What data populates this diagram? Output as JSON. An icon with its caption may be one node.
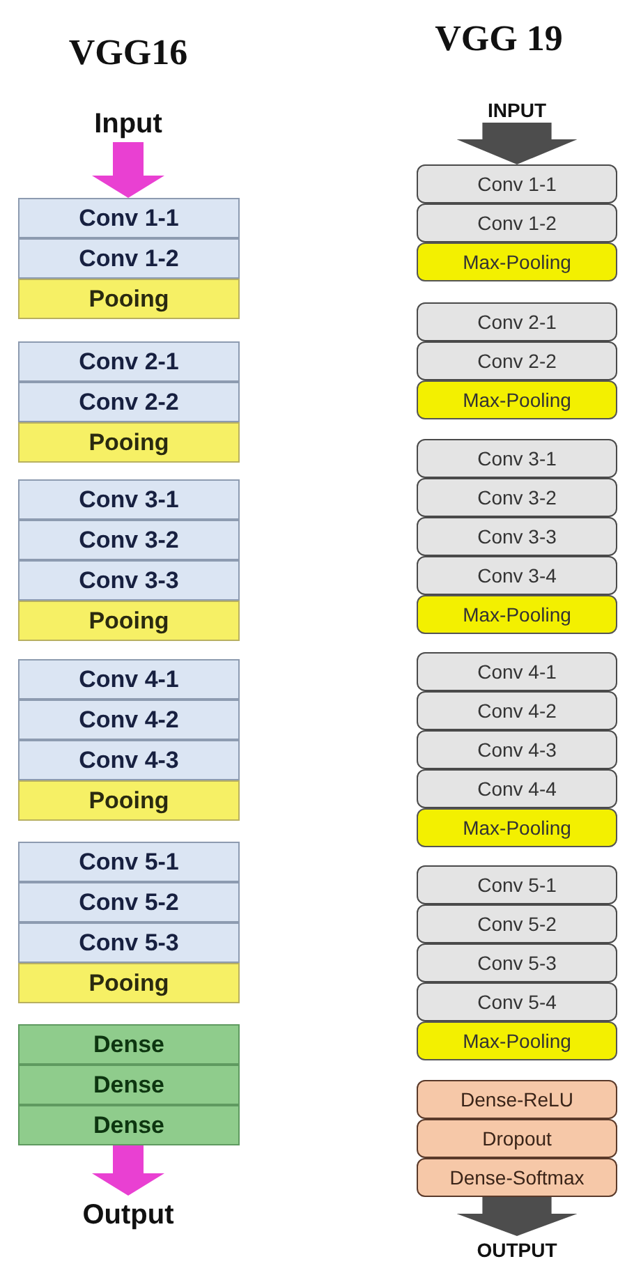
{
  "diagram": {
    "nodes": [
      {
        "text": [
          "Input"
        ]
      },
      {
        "text": [
          "Conv 1-1"
        ]
      },
      {
        "text": [
          "Conv 1-2"
        ]
      },
      {
        "text": [
          "Pooing"
        ]
      },
      {
        "text": [
          "Conv 2-1"
        ]
      },
      {
        "text": [
          "Conv 2-2"
        ]
      },
      {
        "text": [
          "Pooing"
        ]
      },
      {
        "text": [
          "Conv 3-1"
        ]
      },
      {
        "text": [
          "Conv 3-2"
        ]
      },
      {
        "text": [
          "Conv 3-3"
        ]
      },
      {
        "text": [
          "Pooing"
        ]
      },
      {
        "text": [
          "Conv 4-1"
        ]
      },
      {
        "text": [
          "Conv 4-2"
        ]
      },
      {
        "text": [
          "Conv 4-3"
        ]
      },
      {
        "text": [
          "Pooing"
        ]
      },
      {
        "text": [
          "Conv 5-1"
        ]
      },
      {
        "text": [
          "Conv 5-2"
        ]
      },
      {
        "text": [
          "Conv 5-3"
        ]
      },
      {
        "text": [
          "Pooing"
        ]
      },
      {
        "text": [
          "Dense"
        ]
      },
      {
        "text": [
          "Dense"
        ]
      },
      {
        "text": [
          "Dense"
        ]
      },
      {
        "text": [
          "Output"
        ]
      },
      {
        "text": [
          "INPUT"
        ]
      },
      {
        "text": [
          "Conv 1-1"
        ]
      },
      {
        "text": [
          "Conv 1-2"
        ]
      },
      {
        "text": [
          "Max-Pooling"
        ]
      },
      {
        "text": [
          "Conv 2-1"
        ]
      },
      {
        "text": [
          "Conv 2-2"
        ]
      },
      {
        "text": [
          "Max-Pooling"
        ]
      },
      {
        "text": [
          "Conv 3-1"
        ]
      },
      {
        "text": [
          "Conv 3-2"
        ]
      },
      {
        "text": [
          "Conv 3-3"
        ]
      },
      {
        "text": [
          "Conv 3-4"
        ]
      },
      {
        "text": [
          "Max-Pooling"
        ]
      },
      {
        "text": [
          "Conv 4-1"
        ]
      },
      {
        "text": [
          "Conv 4-2"
        ]
      },
      {
        "text": [
          "Conv 4-3"
        ]
      },
      {
        "text": [
          "Conv 4-4"
        ]
      },
      {
        "text": [
          "Max-Pooling"
        ]
      },
      {
        "text": [
          "Conv 5-1"
        ]
      },
      {
        "text": [
          "Conv 5-2"
        ]
      },
      {
        "text": [
          "Conv 5-3"
        ]
      },
      {
        "text": [
          "Conv 5-4"
        ]
      },
      {
        "text": [
          "Max-Pooling"
        ]
      },
      {
        "text": [
          "Dense-ReLU"
        ]
      },
      {
        "text": [
          "Dropout"
        ]
      },
      {
        "text": [
          "Dense-Softmax"
        ]
      },
      {
        "text": [
          "OUTPUT"
        ]
      }
    ],
    "edges": [
      {
        "from": 0,
        "to": 1,
        "arrow": "to",
        "color": "#e940d2"
      },
      {
        "from": 21,
        "to": 22,
        "arrow": "to",
        "color": "#e940d2"
      },
      {
        "from": 23,
        "to": 24,
        "arrow": "to",
        "style": "thick",
        "color": "#4d4d4d"
      },
      {
        "from": 47,
        "to": 48,
        "arrow": "to",
        "style": "thick",
        "color": "#4d4d4d"
      }
    ],
    "labels": [
      "VGG16",
      "VGG 19"
    ]
  }
}
